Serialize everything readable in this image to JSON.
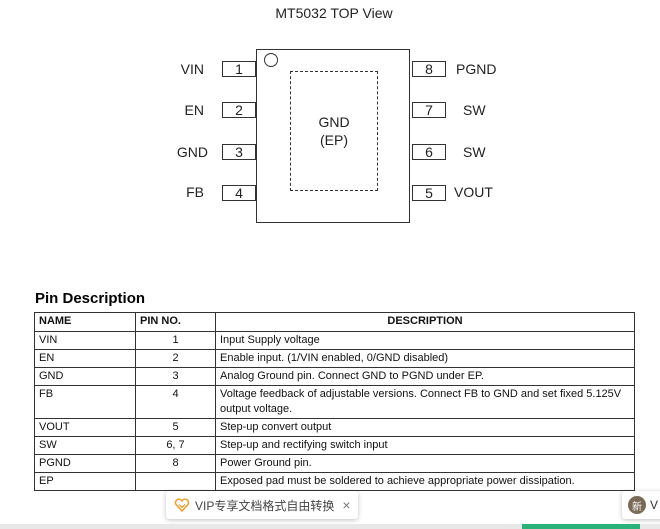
{
  "diagram": {
    "title": "MT5032 TOP View",
    "ep_label_line1": "GND",
    "ep_label_line2": "(EP)",
    "left_pins": [
      {
        "num": "1",
        "name": "VIN"
      },
      {
        "num": "2",
        "name": "EN"
      },
      {
        "num": "3",
        "name": "GND"
      },
      {
        "num": "4",
        "name": "FB"
      }
    ],
    "right_pins": [
      {
        "num": "8",
        "name": "PGND"
      },
      {
        "num": "7",
        "name": "SW"
      },
      {
        "num": "6",
        "name": "SW"
      },
      {
        "num": "5",
        "name": "VOUT"
      }
    ]
  },
  "pin_description": {
    "title": "Pin Description",
    "headers": {
      "name": "NAME",
      "pin_no": "PIN NO.",
      "description": "DESCRIPTION"
    },
    "rows": [
      {
        "name": "VIN",
        "pin": "1",
        "desc": "Input Supply voltage"
      },
      {
        "name": "EN",
        "pin": "2",
        "desc": "Enable input. (1/VIN enabled, 0/GND disabled)"
      },
      {
        "name": "GND",
        "pin": "3",
        "desc": "Analog Ground pin. Connect GND to PGND under EP."
      },
      {
        "name": "FB",
        "pin": "4",
        "desc": "Voltage feedback of adjustable versions. Connect FB to GND and set fixed 5.125V output voltage."
      },
      {
        "name": "VOUT",
        "pin": "5",
        "desc": "Step-up convert output"
      },
      {
        "name": "SW",
        "pin": "6, 7",
        "desc": "Step-up and rectifying switch input"
      },
      {
        "name": "PGND",
        "pin": "8",
        "desc": "Power Ground pin."
      },
      {
        "name": "EP",
        "pin": "",
        "desc": "Exposed pad must be soldered to achieve appropriate power dissipation."
      }
    ]
  },
  "overlay": {
    "vip_text": "VIP专享文档格式自由转换",
    "close_glyph": "×",
    "new_badge_icon": "新",
    "new_badge_text": "V"
  },
  "colors": {
    "green_strip": "#2bb17a",
    "vip_icon": "#e8a23a"
  }
}
